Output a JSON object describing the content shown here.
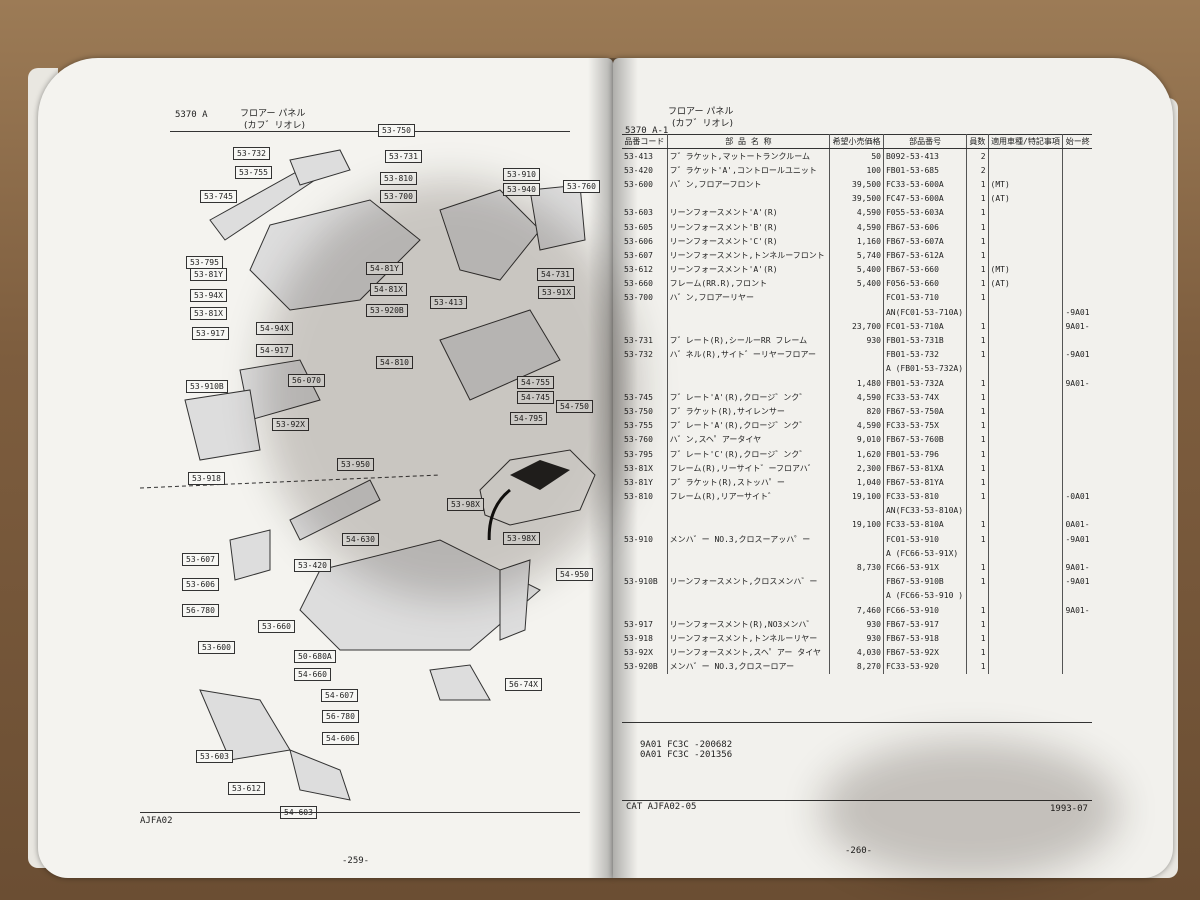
{
  "left_page": {
    "header_code": "5370 A",
    "header_title": "フロアー パネル",
    "header_sub": "(カフ゛リオレ)",
    "footer_left": "AJFA02",
    "page_number": "-259-",
    "labels": [
      "53-750",
      "53-732",
      "53-731",
      "53-755",
      "53-810",
      "53-910",
      "53-940",
      "53-760",
      "53-745",
      "53-700",
      "53-795",
      "54-81Y",
      "53-81Y",
      "54-81X",
      "53-94X",
      "53-81X",
      "53-413",
      "53-920B",
      "54-731",
      "53-91X",
      "54-94X",
      "53-917",
      "54-917",
      "54-810",
      "56-070",
      "54-755",
      "53-910B",
      "54-745",
      "54-750",
      "53-92X",
      "54-795",
      "53-918",
      "53-950",
      "53-98X",
      "54-630",
      "53-98X",
      "53-607",
      "53-420",
      "54-950",
      "53-606",
      "56-780",
      "53-660",
      "53-600",
      "50-680A",
      "54-660",
      "56-74X",
      "54-607",
      "56-780",
      "54-606",
      "53-603",
      "53-612",
      "54-603"
    ]
  },
  "right_page": {
    "header_code": "5370 A-1",
    "header_title": "フロアー パネル",
    "header_sub": "(カフ゛リオレ)",
    "columns": [
      "品番コード",
      "部 品 名 称",
      "希望小売価格",
      "部品番号",
      "員数",
      "適用車種/特記事項",
      "始ー終"
    ],
    "rows": [
      [
        "53-413",
        "フ゛ラケット,マットートランクルーム",
        "50",
        "B092-53-413",
        "2",
        "",
        ""
      ],
      [
        "53-420",
        "フ゛ラケット'A',コントロールユニット",
        "100",
        "FB01-53-685",
        "2",
        "",
        ""
      ],
      [
        "53-600",
        "ハ゛ン,フロアーフロント",
        "39,500",
        "FC33-53-600A",
        "1",
        "(MT)",
        ""
      ],
      [
        "",
        "",
        "39,500",
        "FC47-53-600A",
        "1",
        "(AT)",
        ""
      ],
      [
        "53-603",
        "リーンフォースメント'A'(R)",
        "4,590",
        "F055-53-603A",
        "1",
        "",
        ""
      ],
      [
        "53-605",
        "リーンフォースメント'B'(R)",
        "4,590",
        "FB67-53-606",
        "1",
        "",
        ""
      ],
      [
        "53-606",
        "リーンフォースメント'C'(R)",
        "1,160",
        "FB67-53-607A",
        "1",
        "",
        ""
      ],
      [
        "53-607",
        "リーンフォースメント,トンネルーフロント",
        "5,740",
        "FB67-53-612A",
        "1",
        "",
        ""
      ],
      [
        "53-612",
        "リーンフォースメント'A'(R)",
        "5,400",
        "FB67-53-660",
        "1",
        "(MT)",
        ""
      ],
      [
        "53-660",
        "フレーム(RR.R),フロント",
        "5,400",
        "F056-53-660",
        "1",
        "(AT)",
        ""
      ],
      [
        "53-700",
        "ハ゛ン,フロアーリヤー",
        "",
        "FC01-53-710",
        "1",
        "",
        ""
      ],
      [
        "",
        "",
        "",
        "AN(FC01-53-710A)",
        "",
        "",
        "-9A01"
      ],
      [
        "",
        "",
        "23,700",
        "FC01-53-710A",
        "1",
        "",
        "9A01-"
      ],
      [
        "53-731",
        "フ゛レート(R),シールーRR フレーム",
        "930",
        "FB01-53-731B",
        "1",
        "",
        ""
      ],
      [
        "53-732",
        "ハ゛ネル(R),サイト゛ーリヤーフロアー",
        "",
        "FB01-53-732",
        "1",
        "",
        "-9A01"
      ],
      [
        "",
        "",
        "",
        "A (FB01-53-732A)",
        "",
        "",
        ""
      ],
      [
        "",
        "",
        "1,480",
        "FB01-53-732A",
        "1",
        "",
        "9A01-"
      ],
      [
        "53-745",
        "フ゛レート'A'(R),クロージ゛ンク゛",
        "4,590",
        "FC33-53-74X",
        "1",
        "",
        ""
      ],
      [
        "53-750",
        "フ゛ラケット(R),サイレンサー",
        "820",
        "FB67-53-750A",
        "1",
        "",
        ""
      ],
      [
        "53-755",
        "フ゛レート'A'(R),クロージ゛ンク゛",
        "4,590",
        "FC33-53-75X",
        "1",
        "",
        ""
      ],
      [
        "53-760",
        "ハ゛ン,スヘ゜アータイヤ",
        "9,010",
        "FB67-53-760B",
        "1",
        "",
        ""
      ],
      [
        "53-795",
        "フ゛レート'C'(R),クロージ゛ンク゛",
        "1,620",
        "FB01-53-796",
        "1",
        "",
        ""
      ],
      [
        "53-81X",
        "フレーム(R),リーサイト゛ーフロアハ゛",
        "2,300",
        "FB67-53-81XA",
        "1",
        "",
        ""
      ],
      [
        "53-81Y",
        "フ゛ラケット(R),ストッハ゜ー",
        "1,040",
        "FB67-53-81YA",
        "1",
        "",
        ""
      ],
      [
        "53-810",
        "フレーム(R),リアーサイト゛",
        "19,100",
        "FC33-53-810",
        "1",
        "",
        "-0A01"
      ],
      [
        "",
        "",
        "",
        "AN(FC33-53-810A)",
        "",
        "",
        ""
      ],
      [
        "",
        "",
        "19,100",
        "FC33-53-810A",
        "1",
        "",
        "0A01-"
      ],
      [
        "53-910",
        "メンハ゛ー NO.3,クロスーアッハ゜ー",
        "",
        "FC01-53-910",
        "1",
        "",
        "-9A01"
      ],
      [
        "",
        "",
        "",
        "A (FC66-53-91X)",
        "",
        "",
        ""
      ],
      [
        "",
        "",
        "8,730",
        "FC66-53-91X",
        "1",
        "",
        "9A01-"
      ],
      [
        "53-910B",
        "リーンフォースメント,クロスメンハ゛ー",
        "",
        "FB67-53-910B",
        "1",
        "",
        "-9A01"
      ],
      [
        "",
        "",
        "",
        "A (FC66-53-910 )",
        "",
        "",
        ""
      ],
      [
        "",
        "",
        "7,460",
        "FC66-53-910",
        "1",
        "",
        "9A01-"
      ],
      [
        "53-917",
        "リーンフォースメント(R),NO3メンハ゛",
        "930",
        "FB67-53-917",
        "1",
        "",
        ""
      ],
      [
        "53-918",
        "リーンフォースメント,トンネルーリヤー",
        "930",
        "FB67-53-918",
        "1",
        "",
        ""
      ],
      [
        "53-92X",
        "リーンフォースメント,スヘ゜アー タイヤ",
        "4,030",
        "FB67-53-92X",
        "1",
        "",
        ""
      ],
      [
        "53-920B",
        "メンハ゛ー NO.3,クロスーロアー",
        "8,270",
        "FC33-53-920",
        "1",
        "",
        ""
      ]
    ],
    "notes": [
      "9A01 FC3C  -200682",
      "0A01 FC3C  -201356"
    ],
    "footer_left": "CAT AJFA02-05",
    "footer_right": "1993-07",
    "page_number": "-260-"
  }
}
